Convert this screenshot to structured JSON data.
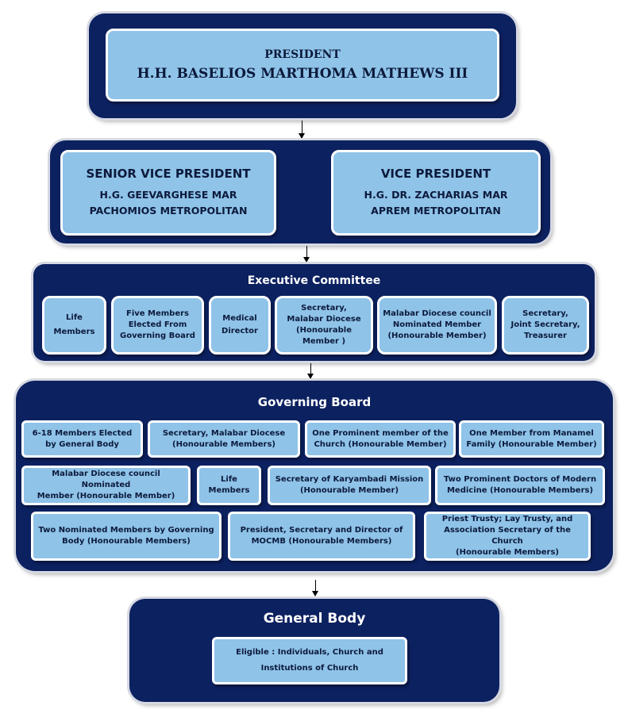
{
  "president": {
    "title": "PRESIDENT",
    "name": "H.H. BASELIOS MARTHOMA MATHEWS III"
  },
  "vice_presidents": {
    "senior": {
      "title": "SENIOR VICE PRESIDENT",
      "name_line1": "H.G. GEEVARGHESE MAR",
      "name_line2": "PACHOMIOS METROPOLITAN"
    },
    "vice": {
      "title": "VICE PRESIDENT",
      "name_line1": "H.G. DR. ZACHARIAS MAR",
      "name_line2": "APREM METROPOLITAN"
    }
  },
  "executive_committee": {
    "heading": "Executive Committee",
    "items": [
      {
        "l1": "Life",
        "l2": "Members"
      },
      {
        "l1": "Five Members",
        "l2": "Elected From",
        "l3": "Governing Board"
      },
      {
        "l1": "Medical",
        "l2": "Director"
      },
      {
        "l1": "Secretary,",
        "l2": "Malabar Diocese",
        "l3": "(Honourable",
        "l4": "Member )"
      },
      {
        "l1": "Malabar Diocese council",
        "l2": "Nominated Member",
        "l3": "(Honourable Member)"
      },
      {
        "l1": "Secretary,",
        "l2": "Joint Secretary,",
        "l3": "Treasurer"
      }
    ]
  },
  "governing_board": {
    "heading": "Governing Board",
    "items": [
      {
        "l1": "6-18 Members Elected",
        "l2": "by General Body"
      },
      {
        "l1": "Secretary, Malabar Diocese",
        "l2": "(Honourable Members)"
      },
      {
        "l1": "One Prominent member of the",
        "l2": "Church (Honourable Member)"
      },
      {
        "l1": "One Member from Manamel",
        "l2": "Family (Honourable Member)"
      },
      {
        "l1": "Malabar Diocese council Nominated",
        "l2": "Member (Honourable Member)"
      },
      {
        "l1": "Life",
        "l2": "Members"
      },
      {
        "l1": "Secretary of Karyambadi Mission",
        "l2": "(Honourable Member)"
      },
      {
        "l1": "Two Prominent Doctors of Modern",
        "l2": "Medicine (Honourable Members)"
      },
      {
        "l1": "Two Nominated Members by Governing",
        "l2": "Body (Honourable Members)"
      },
      {
        "l1": "President, Secretary and Director of",
        "l2": "MOCMB (Honourable Members)"
      },
      {
        "l1": "Priest Trusty; Lay Trusty, and",
        "l2": "Association Secretary of the Church",
        "l3": "(Honourable Members)"
      }
    ]
  },
  "general_body": {
    "heading": "General Body",
    "l1": "Eligible : Individuals, Church and",
    "l2": "Institutions of Church"
  },
  "colors": {
    "panel": "#0c2160",
    "box": "#8fc3e8",
    "text": "#0c1a3c"
  }
}
